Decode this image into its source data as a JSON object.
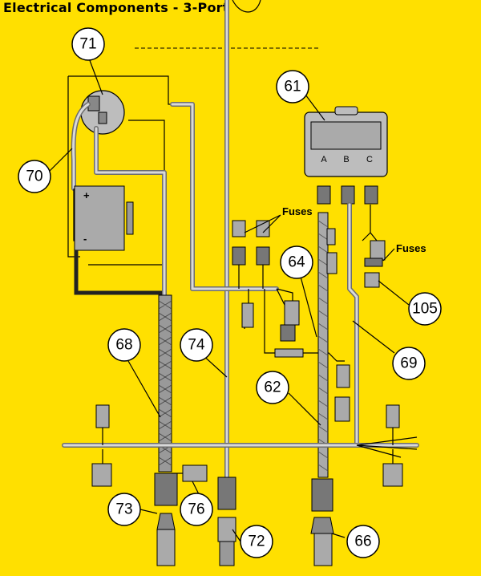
{
  "title": "Electrical Components - 3-Port",
  "labels": {
    "fuses_left": "Fuses",
    "fuses_right": "Fuses",
    "module_port_a": "A",
    "module_port_b": "B",
    "module_port_c": "C",
    "battery_plus": "+",
    "battery_minus": "-"
  },
  "callouts": {
    "c61": "61",
    "c62": "62",
    "c64": "64",
    "c66": "66",
    "c68": "68",
    "c69": "69",
    "c70": "70",
    "c71": "71",
    "c72": "72",
    "c73": "73",
    "c74": "74",
    "c76": "76",
    "c105": "105"
  },
  "colors": {
    "background": "#FFE000",
    "component_fill": "#AAAAAA",
    "callout_fill": "#FFFFFF"
  }
}
